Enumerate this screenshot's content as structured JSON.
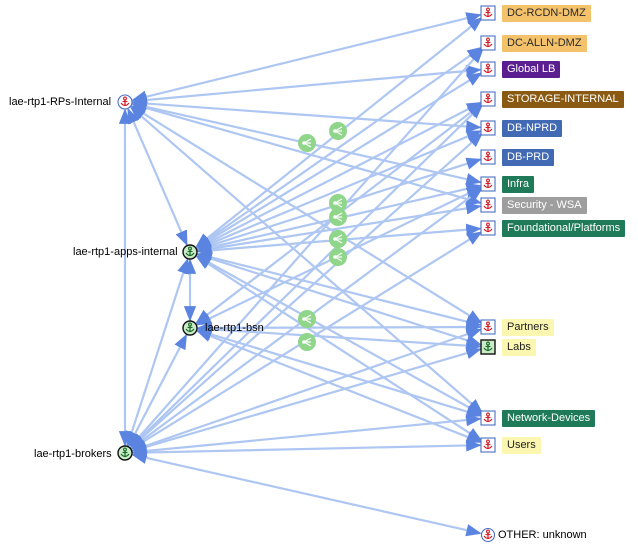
{
  "colors": {
    "edge": "#aec6f2",
    "arrow": "#5b84e0",
    "anchor": "#d4202a",
    "group_icon": "#8fd58a",
    "node_border_blue": "#4a6fc1"
  },
  "left_nodes": [
    {
      "id": "rps",
      "label": "lae-rtp1-RPs-Internal",
      "icon": "anchor-circle-icon"
    },
    {
      "id": "apps",
      "label": "lae-rtp1-apps-internal",
      "icon": "anchor-circle-green-icon"
    },
    {
      "id": "bsn",
      "label": "lae-rtp1-bsn",
      "icon": "anchor-circle-green-icon"
    },
    {
      "id": "brokers",
      "label": "lae-rtp1-brokers",
      "icon": "anchor-circle-green-icon"
    }
  ],
  "right_nodes": [
    {
      "id": "rcdn",
      "label": "DC-RCDN-DMZ",
      "bg": "#f4c26b",
      "fg": "#2a2a2a",
      "icon": "anchor-square-icon"
    },
    {
      "id": "alln",
      "label": "DC-ALLN-DMZ",
      "bg": "#f4c26b",
      "fg": "#2a2a2a",
      "icon": "anchor-square-icon"
    },
    {
      "id": "glb",
      "label": "Global LB",
      "bg": "#5a1e90",
      "fg": "#ffffff",
      "icon": "anchor-square-icon"
    },
    {
      "id": "storage",
      "label": "STORAGE-INTERNAL",
      "bg": "#8a5a12",
      "fg": "#ffffff",
      "icon": "anchor-square-icon"
    },
    {
      "id": "dbnprd",
      "label": "DB-NPRD",
      "bg": "#4169b4",
      "fg": "#ffffff",
      "icon": "anchor-square-icon"
    },
    {
      "id": "dbprd",
      "label": "DB-PRD",
      "bg": "#4169b4",
      "fg": "#ffffff",
      "icon": "anchor-square-icon"
    },
    {
      "id": "infra",
      "label": "Infra",
      "bg": "#1f7a5a",
      "fg": "#ffffff",
      "icon": "anchor-square-icon"
    },
    {
      "id": "wsa",
      "label": "Security - WSA",
      "bg": "#9e9e9e",
      "fg": "#ffffff",
      "icon": "anchor-square-icon"
    },
    {
      "id": "found",
      "label": "Foundational/Platforms",
      "bg": "#1f7a5a",
      "fg": "#ffffff",
      "icon": "anchor-square-icon"
    },
    {
      "id": "partners",
      "label": "Partners",
      "bg": "#fbf7b0",
      "fg": "#222222",
      "icon": "anchor-square-icon"
    },
    {
      "id": "labs",
      "label": "Labs",
      "bg": "#fbf7b0",
      "fg": "#222222",
      "icon": "anchor-square-green-icon"
    },
    {
      "id": "netdev",
      "label": "Network-Devices",
      "bg": "#1f7a5a",
      "fg": "#ffffff",
      "icon": "anchor-square-icon"
    },
    {
      "id": "users",
      "label": "Users",
      "bg": "#fbf7b0",
      "fg": "#222222",
      "icon": "anchor-square-icon"
    },
    {
      "id": "other",
      "label": "OTHER: unknown",
      "bg": "",
      "fg": "#000000",
      "icon": "anchor-circle-icon"
    }
  ],
  "group_icons": [
    "cluster-icon",
    "cluster-icon",
    "cluster-icon",
    "cluster-icon",
    "cluster-icon",
    "cluster-icon",
    "cluster-icon",
    "cluster-icon",
    "cluster-icon"
  ],
  "edges": [
    [
      "rps",
      "rcdn"
    ],
    [
      "rps",
      "glb"
    ],
    [
      "rps",
      "dbnprd"
    ],
    [
      "rps",
      "infra"
    ],
    [
      "rps",
      "wsa"
    ],
    [
      "rps",
      "partners"
    ],
    [
      "rps",
      "netdev"
    ],
    [
      "apps",
      "rcdn"
    ],
    [
      "apps",
      "alln"
    ],
    [
      "apps",
      "glb"
    ],
    [
      "apps",
      "storage"
    ],
    [
      "apps",
      "dbnprd"
    ],
    [
      "apps",
      "dbprd"
    ],
    [
      "apps",
      "infra"
    ],
    [
      "apps",
      "wsa"
    ],
    [
      "apps",
      "found"
    ],
    [
      "apps",
      "partners"
    ],
    [
      "apps",
      "labs"
    ],
    [
      "apps",
      "netdev"
    ],
    [
      "apps",
      "users"
    ],
    [
      "bsn",
      "storage"
    ],
    [
      "bsn",
      "infra"
    ],
    [
      "bsn",
      "partners"
    ],
    [
      "bsn",
      "labs"
    ],
    [
      "bsn",
      "netdev"
    ],
    [
      "bsn",
      "users"
    ],
    [
      "brokers",
      "alln"
    ],
    [
      "brokers",
      "storage"
    ],
    [
      "brokers",
      "dbnprd"
    ],
    [
      "brokers",
      "infra"
    ],
    [
      "brokers",
      "found"
    ],
    [
      "brokers",
      "partners"
    ],
    [
      "brokers",
      "labs"
    ],
    [
      "brokers",
      "netdev"
    ],
    [
      "brokers",
      "users"
    ],
    [
      "brokers",
      "other"
    ],
    [
      "rps",
      "apps"
    ],
    [
      "rps",
      "brokers"
    ],
    [
      "apps",
      "bsn"
    ],
    [
      "apps",
      "brokers"
    ],
    [
      "bsn",
      "brokers"
    ]
  ]
}
